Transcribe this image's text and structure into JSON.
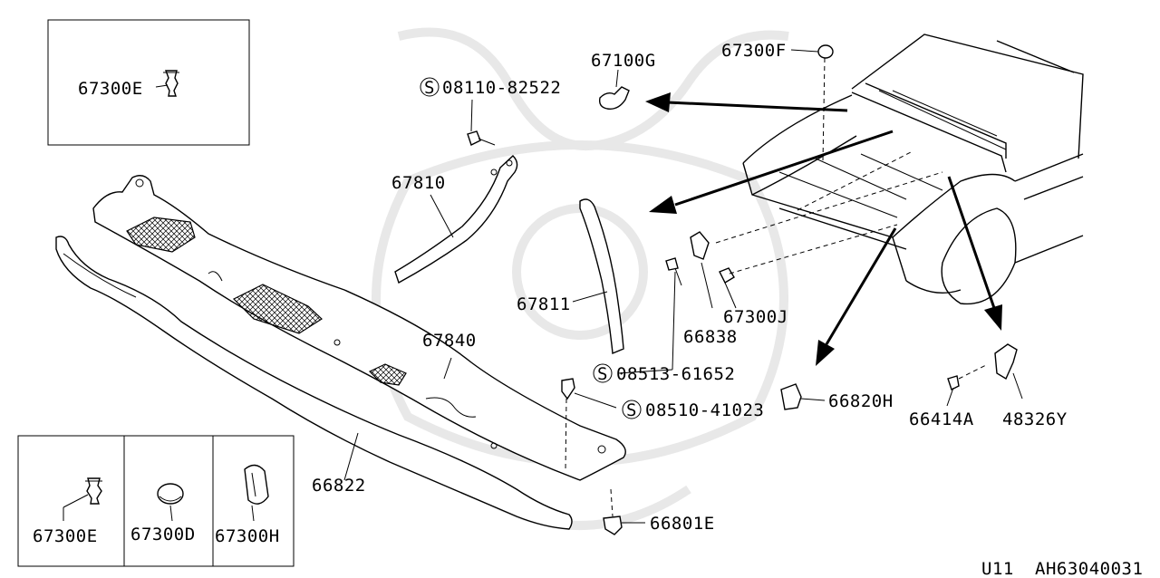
{
  "parts": {
    "p67300E_top": "67300E",
    "p08110": "08110-82522",
    "p67100G": "67100G",
    "p67300F": "67300F",
    "p67810": "67810",
    "p67811": "67811",
    "p67840": "67840",
    "p66838": "66838",
    "p67300J": "67300J",
    "p08513": "08513-61652",
    "p08510": "08510-41023",
    "p66820H": "66820H",
    "p66414A": "66414A",
    "p48326Y": "48326Y",
    "p66822": "66822",
    "p66801E": "66801E",
    "inset_67300E": "67300E",
    "inset_67300D": "67300D",
    "inset_67300H": "67300H"
  },
  "screw_symbol": "S",
  "footer": {
    "model": "U11",
    "diagram_code": "AH63040031"
  }
}
